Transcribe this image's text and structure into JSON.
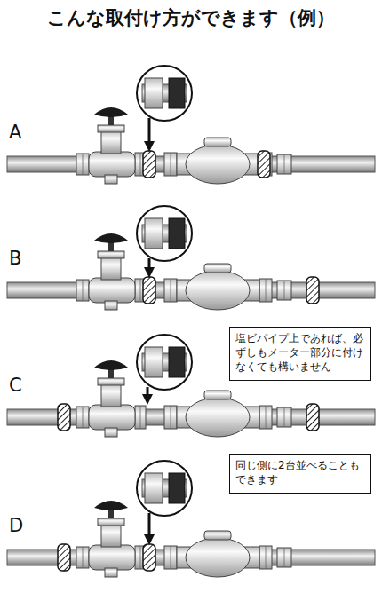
{
  "diagram": {
    "title": "こんな取付け方ができます（例）",
    "nodes": [
      {
        "text": [
          "塩ビパイプ上であれば、必ずしもメーター部分に付けなくても構いません"
        ]
      },
      {
        "text": [
          "同じ側に2台並べることもできます"
        ]
      }
    ],
    "labels": [
      "A",
      "B",
      "C",
      "D"
    ]
  }
}
